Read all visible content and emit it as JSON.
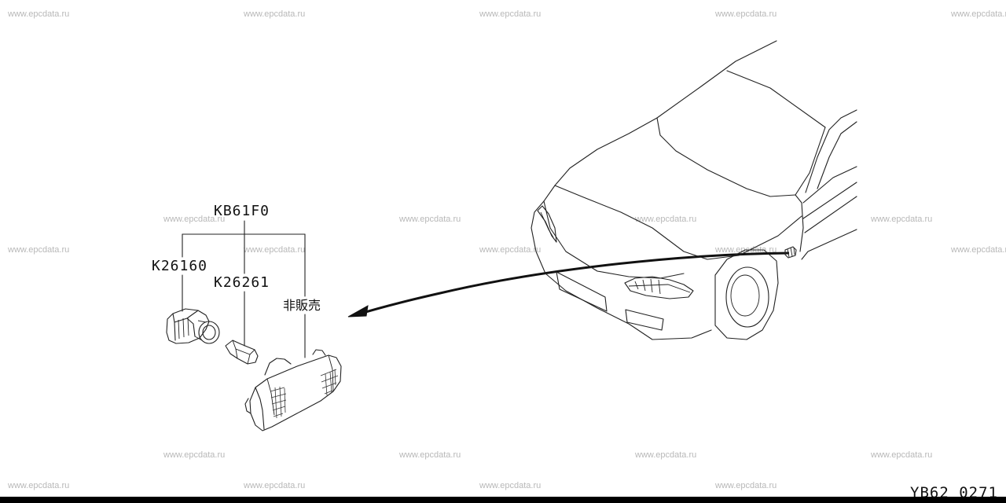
{
  "watermark": "www.epcdata.ru",
  "labels": {
    "assembly": "KB61F0",
    "socket": "K26160",
    "bulb": "K26261",
    "lamp_note": "非販売"
  },
  "diagram_code": "YB62 0271"
}
